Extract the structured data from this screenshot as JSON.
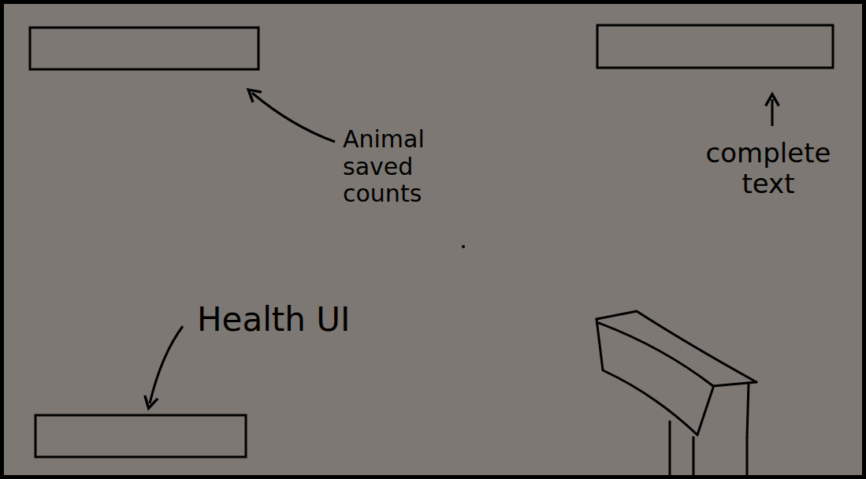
{
  "diagram": {
    "labels": [
      "Animal saved counts",
      "complete text",
      "Health UI"
    ]
  }
}
